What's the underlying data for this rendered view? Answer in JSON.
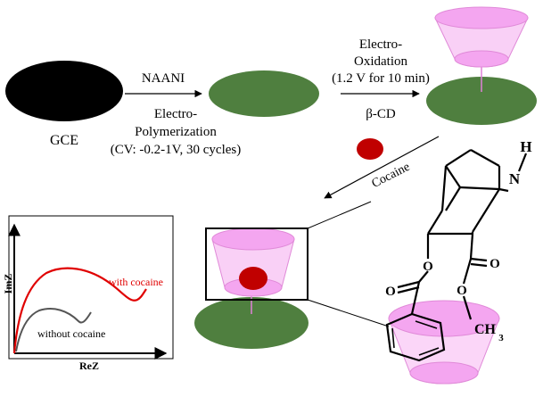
{
  "steps": {
    "electrode": "GCE",
    "step1_top": "NAANI",
    "step1_bottom_line1": "Electro-",
    "step1_bottom_line2": "Polymerization",
    "step1_bottom_line3": "(CV: -0.2-1V, 30 cycles)",
    "step2_top_line1": "Electro-",
    "step2_top_line2": "Oxidation",
    "step2_top_line3": "(1.2 V for 10 min)",
    "step2_bottom": "β-CD",
    "analyte": "Cocaine"
  },
  "molecule": {
    "h_label": "H",
    "n_label": "N",
    "o1": "O",
    "o2": "O",
    "o3": "O",
    "o4": "O",
    "ch": "CH",
    "sub3": "3"
  },
  "plot": {
    "ylabel": "-ImZ",
    "xlabel": "ReZ",
    "series_with": "with cocaine",
    "series_without": "without cocaine"
  },
  "colors": {
    "electrode_black": "#000000",
    "film_green": "#4f7f3f",
    "cd_pink": "#f4a6f0",
    "cd_pink_light": "#f9d0f6",
    "cocaine_red": "#c00000",
    "with_cocaine_curve": "#e00000",
    "without_cocaine_curve": "#555555"
  }
}
